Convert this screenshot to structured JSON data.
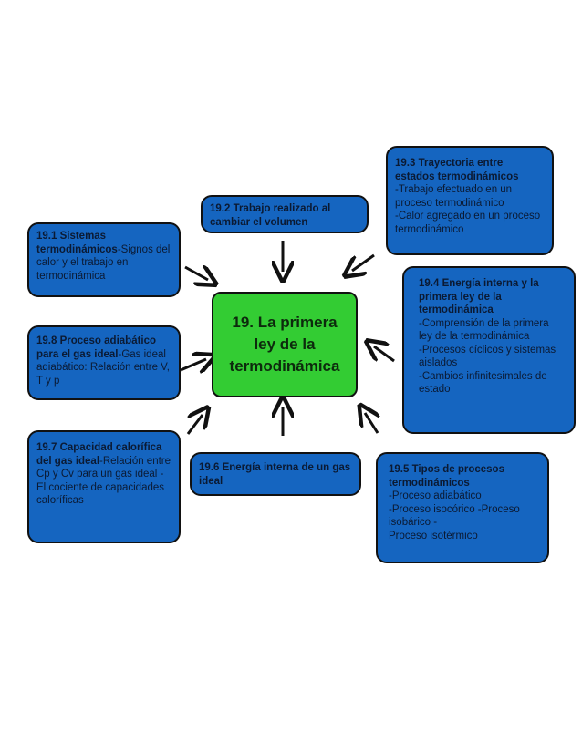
{
  "center": {
    "title": "19. La primera ley de la termodinámica"
  },
  "boxes": {
    "b191": {
      "title": "19.1 Sistemas termodinámicos",
      "text": "-Signos del calor y el trabajo en termodinámica"
    },
    "b192": {
      "title": "19.2 Trabajo realizado al cambiar el volumen"
    },
    "b193": {
      "title": "19.3 Trayectoria entre estados termodinámicos",
      "lines": [
        "-Trabajo efectuado en un proceso termodinámico",
        "-Calor agregado en un proceso termodinámico"
      ]
    },
    "b194": {
      "title": "19.4 Energía interna y la primera ley de la termodinámica",
      "lines": [
        "-Comprensión de la primera ley de la termodinámica",
        "-Procesos cíclicos y sistemas aislados",
        "-Cambios infinitesimales de estado"
      ]
    },
    "b195": {
      "title": "19.5 Tipos de procesos termodinámicos",
      "lines": [
        "-Proceso adiabático",
        "-Proceso isocórico -Proceso isobárico -",
        "Proceso isotérmico"
      ]
    },
    "b196": {
      "title": "19.6 Energía interna de un gas ideal"
    },
    "b197": {
      "title": "19.7 Capacidad calorífica del gas ideal",
      "lines": [
        "-Relación entre Cp y Cv para un gas ideal -",
        "El cociente de capacidades caloríficas"
      ]
    },
    "b198": {
      "title": "19.8 Proceso adiabático para el gas ideal",
      "text": "-Gas ideal adiabático: Relación entre V, T y p"
    }
  },
  "colors": {
    "box_fill": "#1565c0",
    "center_fill": "#33cc33",
    "arrow": "#111111"
  }
}
